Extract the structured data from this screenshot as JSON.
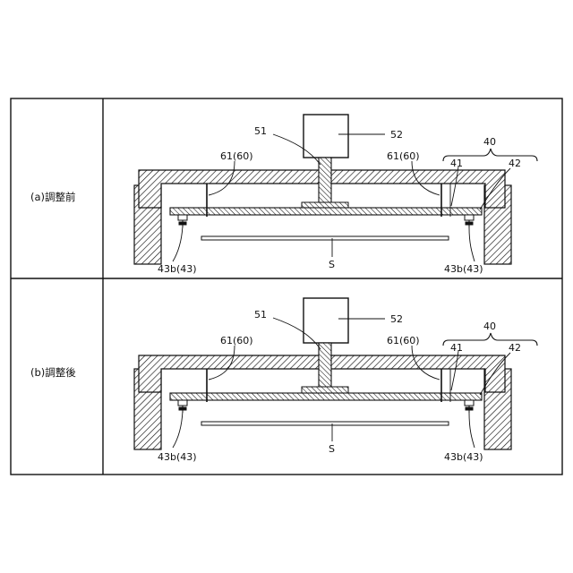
{
  "panels": [
    {
      "row_label": "(a)調整前",
      "labels": {
        "n51": "51",
        "n52": "52",
        "n40": "40",
        "n61_left": "61(60)",
        "n61_right": "61(60)",
        "n41": "41",
        "n42": "42",
        "n43b_left": "43b(43)",
        "n43b_right": "43b(43)",
        "s": "S"
      }
    },
    {
      "row_label": "(b)調整後",
      "labels": {
        "n51": "51",
        "n52": "52",
        "n40": "40",
        "n61_left": "61(60)",
        "n61_right": "61(60)",
        "n41": "41",
        "n42": "42",
        "n43b_left": "43b(43)",
        "n43b_right": "43b(43)",
        "s": "S"
      }
    }
  ],
  "colors": {
    "line": "#111111",
    "background": "#ffffff"
  }
}
